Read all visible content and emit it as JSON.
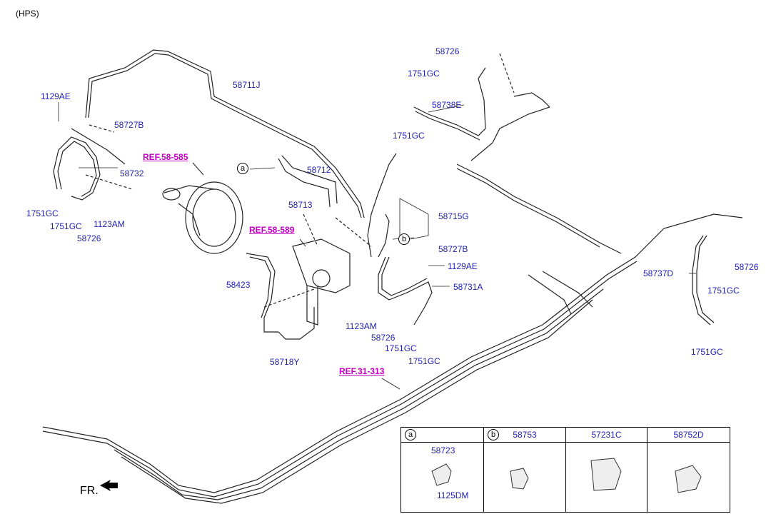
{
  "header": {
    "title": "(HPS)"
  },
  "refs": {
    "ref_a": "REF.58-585",
    "ref_b": "REF.58-589",
    "ref_c": "REF.31-313"
  },
  "labels": {
    "p58726_top": "58726",
    "p1751gc_top1": "1751GC",
    "p58738e": "58738E",
    "p1751gc_top2": "1751GC",
    "p1129ae_left": "1129AE",
    "p58711j": "58711J",
    "p58727b_left": "58727B",
    "p58732": "58732",
    "p1751gc_left1": "1751GC",
    "p1751gc_left2": "1751GC",
    "p1123am_left": "1123AM",
    "p58726_left": "58726",
    "p58712": "58712",
    "p58713": "58713",
    "p58715g": "58715G",
    "p58727b_right": "58727B",
    "p1129ae_right": "1129AE",
    "p58731a": "58731A",
    "p58423": "58423",
    "p1123am_mid": "1123AM",
    "p58726_mid": "58726",
    "p1751gc_mid1": "1751GC",
    "p1751gc_mid2": "1751GC",
    "p58718y": "58718Y",
    "p58737d": "58737D",
    "p58726_right": "58726",
    "p1751gc_right1": "1751GC",
    "p1751gc_right2": "1751GC"
  },
  "callouts": {
    "a": "a",
    "b": "b"
  },
  "legend": {
    "col_a_marker": "a",
    "col_b_marker": "b",
    "col_a_part": "58723",
    "col_a_subpart": "1125DM",
    "col_b_part": "58753",
    "col_c_part": "57231C",
    "col_d_part": "58752D"
  },
  "direction": {
    "label": "FR."
  }
}
